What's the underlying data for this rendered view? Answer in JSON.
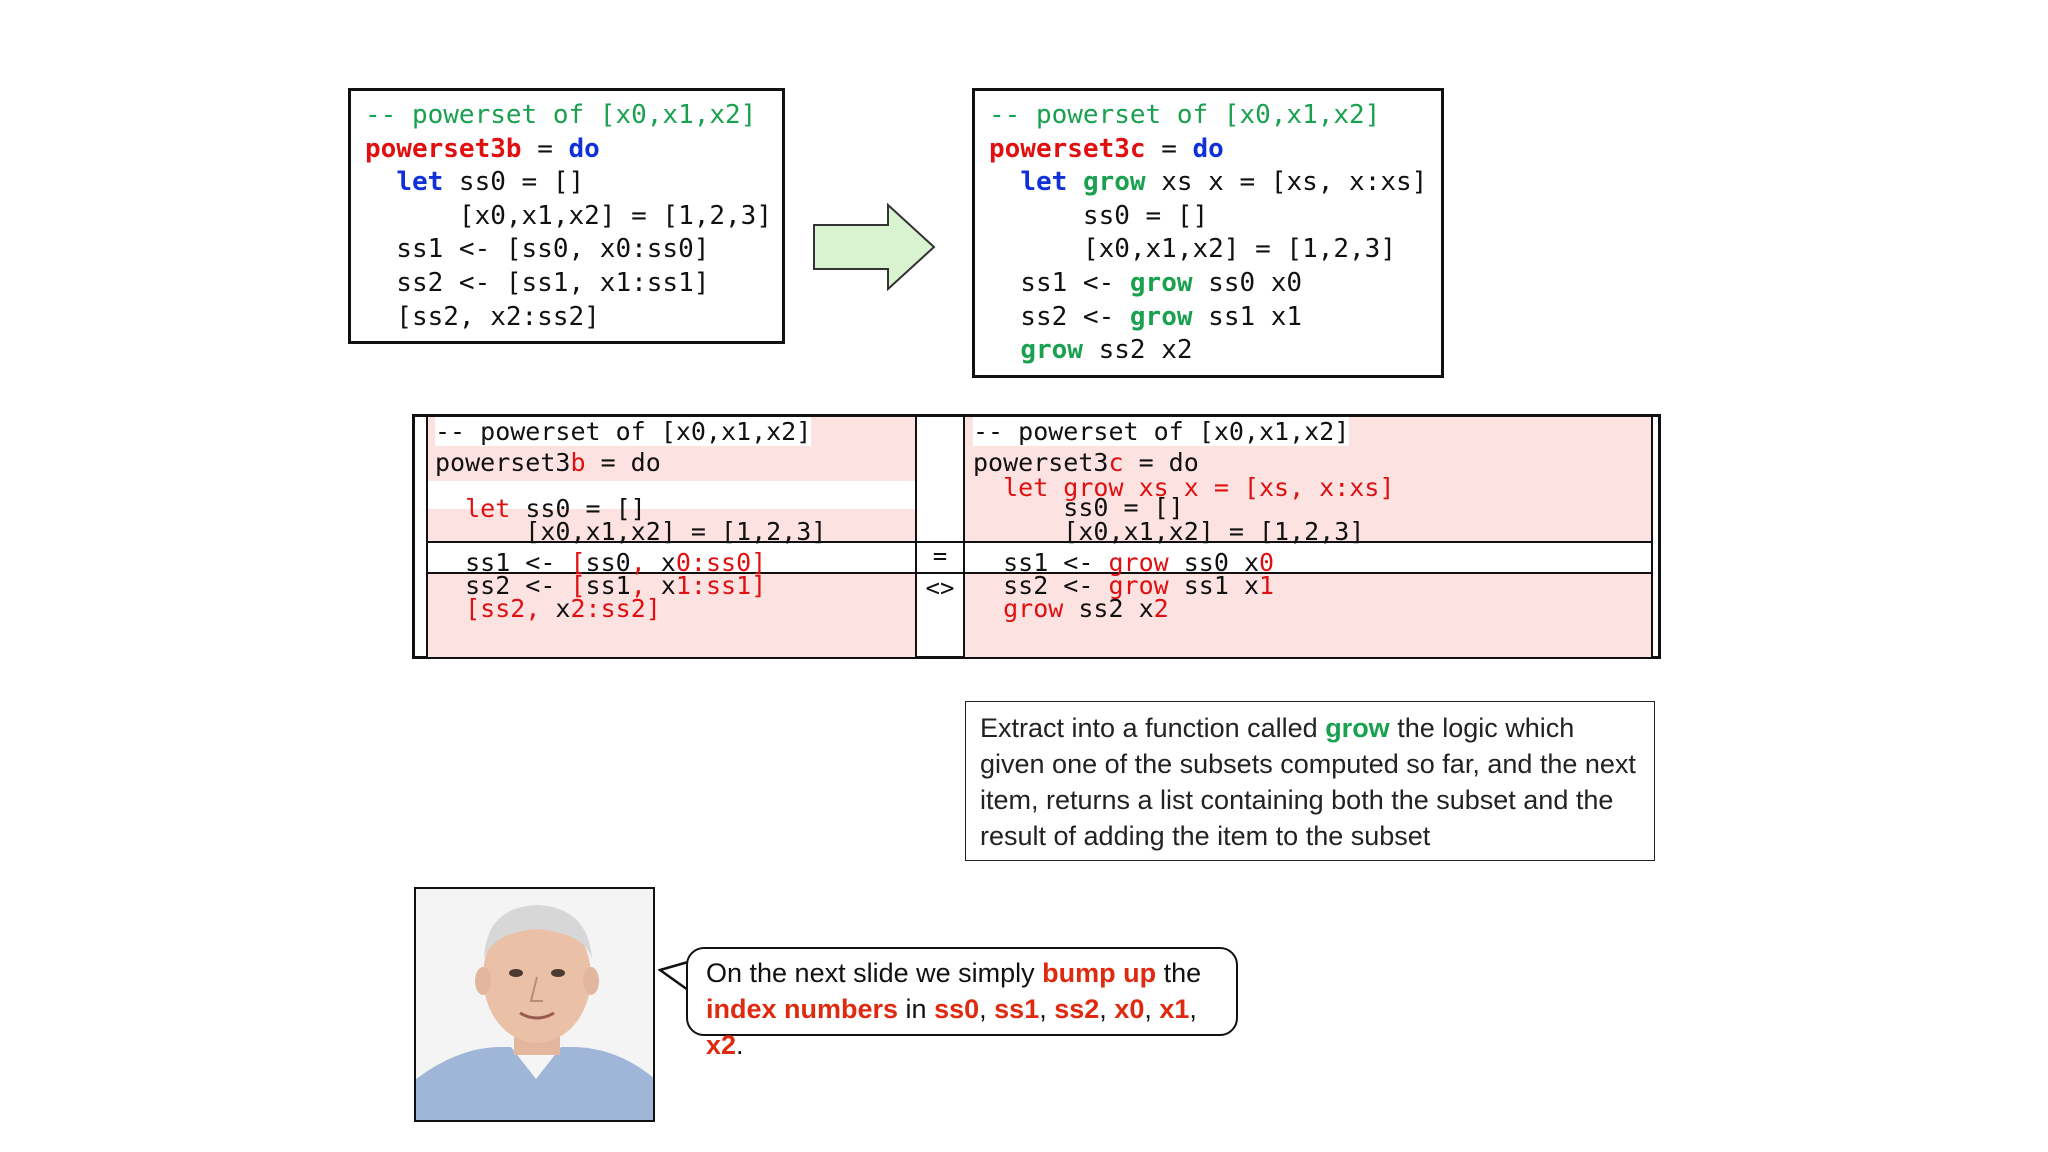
{
  "left_code": {
    "lines": [
      [
        {
          "t": "-- powerset of [x0,x1,x2]",
          "c": "cmt"
        }
      ],
      [
        {
          "t": "powerset3b",
          "c": "name"
        },
        {
          "t": " = ",
          "c": ""
        },
        {
          "t": "do",
          "c": "kw"
        }
      ],
      [
        {
          "t": "  ",
          "c": ""
        },
        {
          "t": "let",
          "c": "kw"
        },
        {
          "t": " ss0 = []",
          "c": ""
        }
      ],
      [
        {
          "t": "      [x0,x1,x2] = [1,2,3]",
          "c": ""
        }
      ],
      [
        {
          "t": "  ss1 <- [ss0, x0:ss0]",
          "c": ""
        }
      ],
      [
        {
          "t": "  ss2 <- [ss1, x1:ss1]",
          "c": ""
        }
      ],
      [
        {
          "t": "  [ss2, x2:ss2]",
          "c": ""
        }
      ]
    ]
  },
  "right_code": {
    "lines": [
      [
        {
          "t": "-- powerset of [x0,x1,x2]",
          "c": "cmt"
        }
      ],
      [
        {
          "t": "powerset3c",
          "c": "name"
        },
        {
          "t": " = ",
          "c": ""
        },
        {
          "t": "do",
          "c": "kw"
        }
      ],
      [
        {
          "t": "  ",
          "c": ""
        },
        {
          "t": "let",
          "c": "kw"
        },
        {
          "t": " ",
          "c": ""
        },
        {
          "t": "grow",
          "c": "grow"
        },
        {
          "t": " xs x = [xs, x:xs]",
          "c": ""
        }
      ],
      [
        {
          "t": "      ss0 = []",
          "c": ""
        }
      ],
      [
        {
          "t": "      [x0,x1,x2] = [1,2,3]",
          "c": ""
        }
      ],
      [
        {
          "t": "  ss1 <- ",
          "c": ""
        },
        {
          "t": "grow",
          "c": "grow"
        },
        {
          "t": " ss0 x0",
          "c": ""
        }
      ],
      [
        {
          "t": "  ss2 <- ",
          "c": ""
        },
        {
          "t": "grow",
          "c": "grow"
        },
        {
          "t": " ss1 x1",
          "c": ""
        }
      ],
      [
        {
          "t": "  ",
          "c": ""
        },
        {
          "t": "grow",
          "c": "grow"
        },
        {
          "t": " ss2 x2",
          "c": ""
        }
      ]
    ]
  },
  "diff": {
    "left": [
      [
        {
          "t": "-- powerset of [x0,x1,x2]",
          "c": "wbg"
        }
      ],
      [
        {
          "t": "powerset3",
          "c": ""
        },
        {
          "t": "b",
          "c": "red"
        },
        {
          "t": " = do",
          "c": ""
        }
      ],
      [],
      [
        {
          "t": "  ",
          "c": ""
        },
        {
          "t": "let",
          "c": "red"
        },
        {
          "t": " ss0 = []",
          "c": ""
        }
      ],
      [
        {
          "t": "      [x0,x1,x2] = [1,2,3]",
          "c": ""
        }
      ],
      [
        {
          "t": "  ss1 <- ",
          "c": ""
        },
        {
          "t": "[",
          "c": "red"
        },
        {
          "t": "ss0",
          "c": ""
        },
        {
          "t": ",",
          "c": "red"
        },
        {
          "t": " x",
          "c": ""
        },
        {
          "t": "0:ss0]",
          "c": "red"
        }
      ],
      [
        {
          "t": "  ss2 <- ",
          "c": ""
        },
        {
          "t": "[",
          "c": "red"
        },
        {
          "t": "ss1",
          "c": ""
        },
        {
          "t": ",",
          "c": "red"
        },
        {
          "t": " x",
          "c": ""
        },
        {
          "t": "1:ss1]",
          "c": "red"
        }
      ],
      [
        {
          "t": "  ",
          "c": ""
        },
        {
          "t": "[ss2,",
          "c": "red"
        },
        {
          "t": " x",
          "c": ""
        },
        {
          "t": "2:ss2]",
          "c": "red"
        }
      ]
    ],
    "right": [
      [
        {
          "t": "-- powerset of [x0,x1,x2]",
          "c": "wbg"
        }
      ],
      [
        {
          "t": "powerset3",
          "c": ""
        },
        {
          "t": "c",
          "c": "red"
        },
        {
          "t": " = do",
          "c": ""
        }
      ],
      [
        {
          "t": "  let grow xs x = [xs, x:xs]",
          "c": "red"
        }
      ],
      [
        {
          "t": "      ss0 = []",
          "c": ""
        }
      ],
      [
        {
          "t": "      [x0,x1,x2] = [1,2,3]",
          "c": ""
        }
      ],
      [
        {
          "t": "  ss1 <- ",
          "c": ""
        },
        {
          "t": "grow",
          "c": "red"
        },
        {
          "t": " ss0 x",
          "c": ""
        },
        {
          "t": "0",
          "c": "red"
        }
      ],
      [
        {
          "t": "  ss2 <- ",
          "c": ""
        },
        {
          "t": "grow",
          "c": "red"
        },
        {
          "t": " ss1 x",
          "c": ""
        },
        {
          "t": "1",
          "c": "red"
        }
      ],
      [
        {
          "t": "  ",
          "c": ""
        },
        {
          "t": "grow",
          "c": "red"
        },
        {
          "t": " ss2 x",
          "c": ""
        },
        {
          "t": "2",
          "c": "red"
        }
      ]
    ],
    "equal_symbol": "=",
    "diff_symbol": "<>"
  },
  "explanation": {
    "before": "Extract into a function called ",
    "highlight": "grow",
    "after": " the logic which given one of the subsets computed so far, and the next item, returns a list containing both the subset and the result of adding the item to the subset"
  },
  "speech": {
    "parts": [
      {
        "t": "On the next slide we simply ",
        "c": ""
      },
      {
        "t": "bump up",
        "c": "r"
      },
      {
        "t": " the ",
        "c": ""
      },
      {
        "t": "index numbers",
        "c": "r"
      },
      {
        "t": " in ",
        "c": ""
      },
      {
        "t": "ss0",
        "c": "r"
      },
      {
        "t": ", ",
        "c": ""
      },
      {
        "t": "ss1",
        "c": "r"
      },
      {
        "t": ", ",
        "c": ""
      },
      {
        "t": "ss2",
        "c": "r"
      },
      {
        "t": ", ",
        "c": ""
      },
      {
        "t": "x0",
        "c": "r"
      },
      {
        "t": ", ",
        "c": ""
      },
      {
        "t": "x1",
        "c": "r"
      },
      {
        "t": ", ",
        "c": ""
      },
      {
        "t": "x2",
        "c": "r"
      },
      {
        "t": ".",
        "c": ""
      }
    ]
  },
  "colors": {
    "comment": "#1aa14f",
    "name": "#e01010",
    "keyword": "#1030d8",
    "diff_pink": "#fde2e2",
    "arrow_fill": "#d9f2d0"
  }
}
